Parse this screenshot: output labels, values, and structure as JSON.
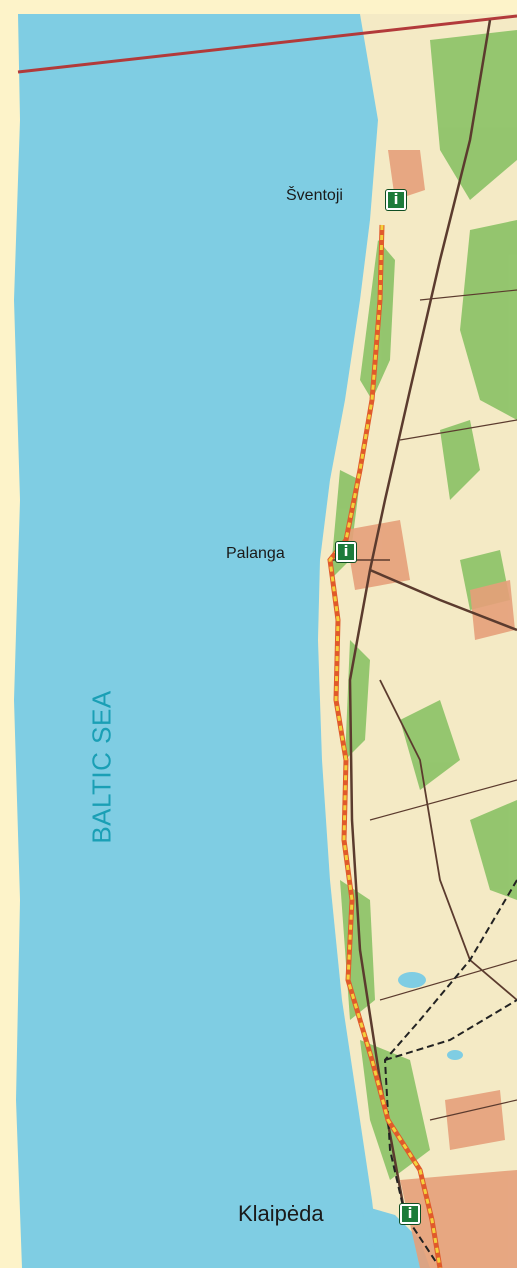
{
  "map": {
    "sea_label": "BALTIC SEA",
    "towns": [
      {
        "name": "Šventoji",
        "icon": "info-icon"
      },
      {
        "name": "Palanga",
        "icon": "info-icon"
      },
      {
        "name": "Klaipėda",
        "icon": "info-icon"
      }
    ],
    "info_symbol": "i",
    "colors": {
      "sea": "#7fcde3",
      "land": "#f4eac5",
      "forest": "#8fc46a",
      "urban": "#e6a07a",
      "route": "#e05a2b",
      "route_dash": "#f4d13c",
      "border": "#b23a3a",
      "road": "#5b3b2e",
      "railway": "#222222",
      "info_badge": "#1d7b3a",
      "frame": "#fdf3c9"
    }
  }
}
